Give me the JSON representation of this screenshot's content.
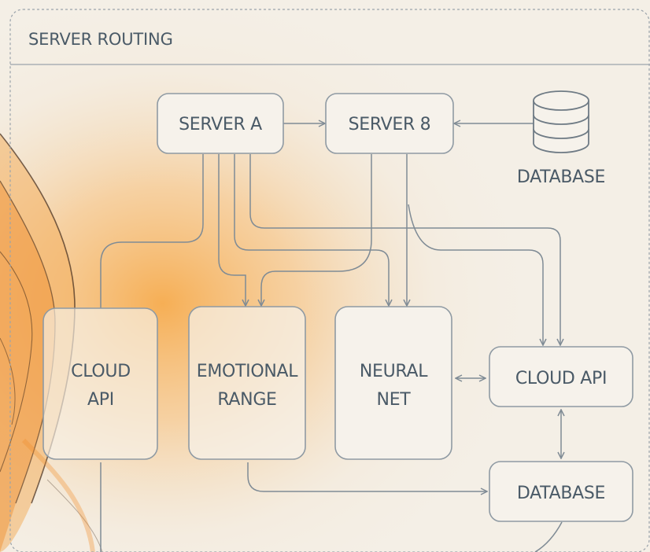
{
  "panel": {
    "title": "SERVER ROUTING"
  },
  "nodes": {
    "server_a": "SERVER A",
    "server_b": "SERVER 8",
    "database_top_label": "DATABASE",
    "cloud_api_left": [
      "CLOUD",
      "API"
    ],
    "emotional_range": [
      "EMOTIONAL",
      "RANGE"
    ],
    "neural_net": [
      "NEURAL",
      "NET"
    ],
    "cloud_api_right": "CLOUD API",
    "database_bottom": "DATABASE"
  },
  "icons": {
    "database": "database-cylinder-icon"
  },
  "colors": {
    "background": "#f4efe6",
    "stroke": "#8f9aa3",
    "text": "#4a5a67",
    "flame": "#f2a24a"
  }
}
